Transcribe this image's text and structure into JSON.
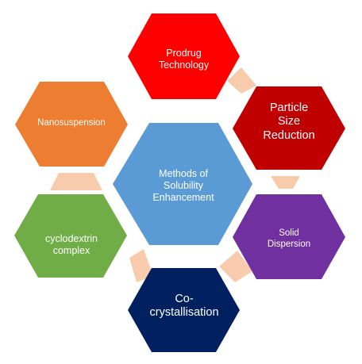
{
  "diagram": {
    "center": {
      "label": "Methods of Solubility Enhancement",
      "color": "#5B9BD5"
    },
    "methods": [
      {
        "id": "prodrug",
        "label": "Prodrug Technology",
        "color": "#FF0000"
      },
      {
        "id": "particle",
        "label": "Particle Size Reduction",
        "color": "#C00000"
      },
      {
        "id": "solid",
        "label": "Solid Dispersion",
        "color": "#7030A0"
      },
      {
        "id": "cocrystal",
        "label": "Co-crystallisation",
        "color": "#002060"
      },
      {
        "id": "cyclodextrin",
        "label": "cyclodextrin complex",
        "color": "#70AD47"
      },
      {
        "id": "nano",
        "label": "Nanosuspension",
        "color": "#ED7D31"
      }
    ],
    "connector_color": "#F8CBAD"
  }
}
